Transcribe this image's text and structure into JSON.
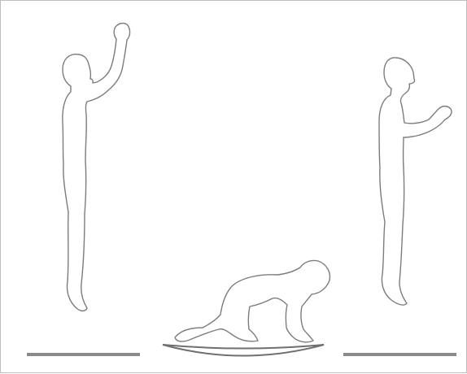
{
  "figure": {
    "subjects": [
      {
        "pose": "standing-left-arm-raised",
        "icon": "standing-figure-reaching-up"
      },
      {
        "pose": "crawling-on-mat",
        "icon": "crawling-figure"
      },
      {
        "pose": "standing-right-arm-forward",
        "icon": "standing-figure-arm-forward"
      }
    ],
    "colors": {
      "outline": "#7c7c7c",
      "ground": "#8a8a8a",
      "background": "#ffffff"
    }
  }
}
